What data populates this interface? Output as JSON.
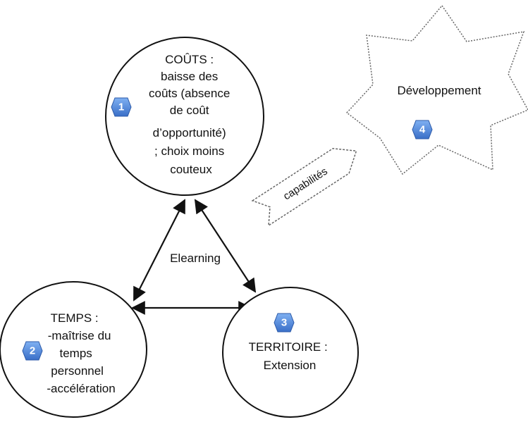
{
  "nodes": {
    "couts": {
      "lines": [
        "COÛTS :",
        "baisse des",
        "coûts (absence",
        "de coût",
        "d’opportunité)",
        "; choix moins",
        "couteux"
      ],
      "badge": "1"
    },
    "temps": {
      "lines": [
        "TEMPS :",
        "-maîtrise du",
        "temps",
        "personnel",
        "-accélération"
      ],
      "badge": "2"
    },
    "territoire": {
      "lines": [
        "TERRITOIRE :",
        "Extension"
      ],
      "badge": "3"
    },
    "developpement": {
      "lines": [
        "Développement"
      ],
      "badge": "4"
    }
  },
  "center_label": "Elearning",
  "arrow_label": "capabilités",
  "colors": {
    "badge_fill": "#4a7fd6",
    "badge_border": "#2c5aa8",
    "stroke": "#111111",
    "dashed_stroke": "#666666"
  }
}
